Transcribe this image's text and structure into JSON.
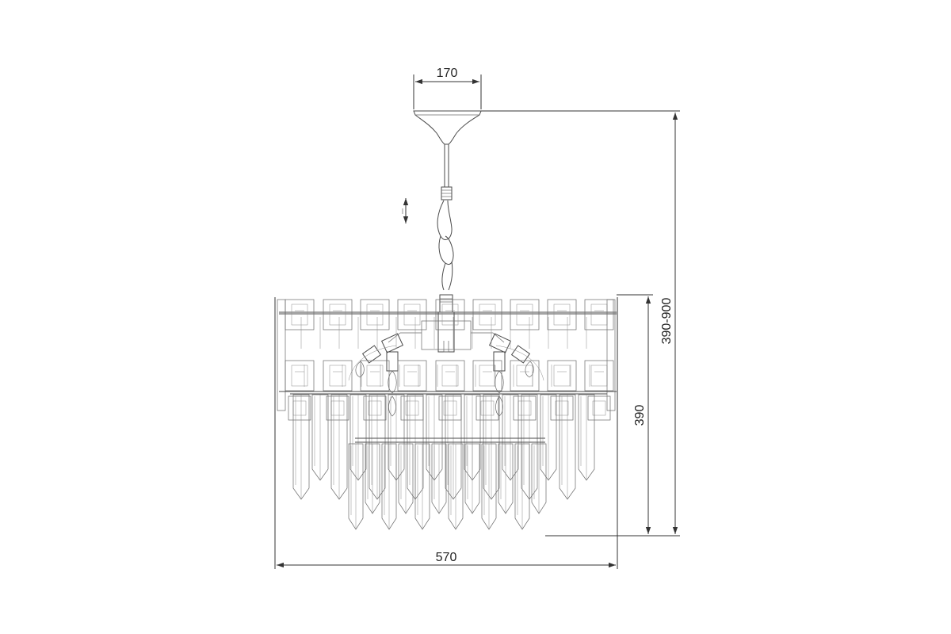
{
  "dimensions": {
    "canopy_width": "170",
    "total_height": "390-900",
    "body_height": "390",
    "body_width": "570"
  },
  "colors": {
    "line": "#4a4a4a",
    "dimension": "#333333",
    "background": "#ffffff"
  },
  "icons": {
    "adjust": "vertical-double-arrow-icon"
  }
}
